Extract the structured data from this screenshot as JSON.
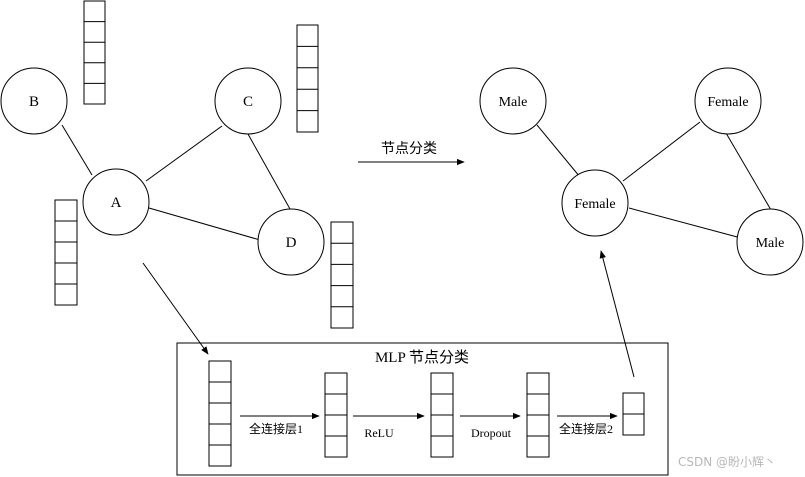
{
  "input_graph": {
    "nodes": {
      "a": "A",
      "b": "B",
      "c": "C",
      "d": "D"
    }
  },
  "output_graph": {
    "nodes": {
      "top_left": "Male",
      "top_right": "Female",
      "center": "Female",
      "bottom_right": "Male"
    }
  },
  "arrow_label": "节点分类",
  "mlp": {
    "title": "MLP 节点分类",
    "steps": [
      "全连接层1",
      "ReLU",
      "Dropout",
      "全连接层2"
    ]
  },
  "watermark": "CSDN @盼小辉丶"
}
